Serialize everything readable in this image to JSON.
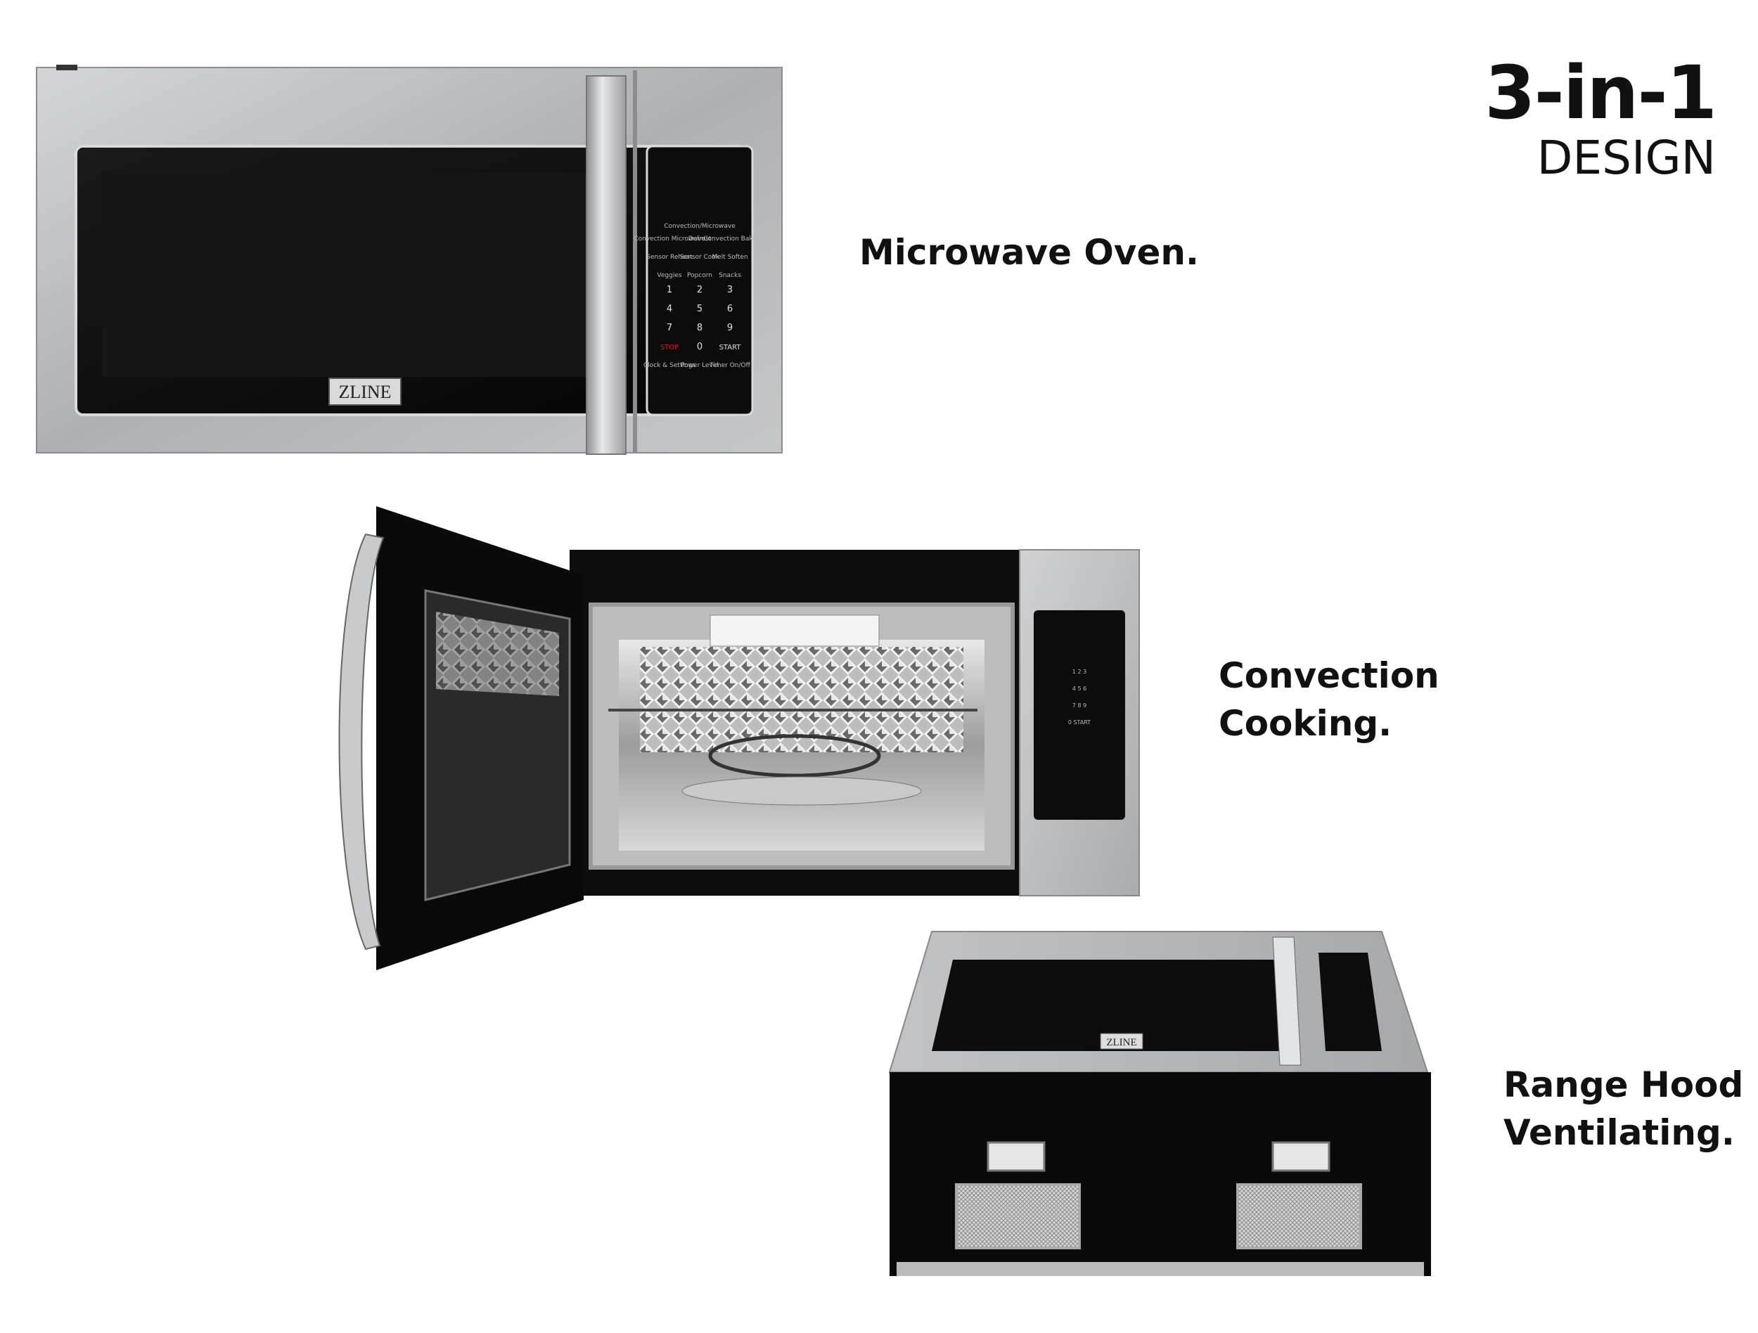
{
  "heading": {
    "main": "3-in-1",
    "sub": "DESIGN"
  },
  "features": [
    {
      "caption": "Microwave Oven."
    },
    {
      "caption": "Convection\nCooking."
    },
    {
      "caption": "Range Hood\nVentilating."
    }
  ],
  "brand": "ZLINE",
  "keypad": {
    "top_label": "Convection/Microwave",
    "row1": [
      "Convection Microwave",
      "Defrost",
      "Convection Bake"
    ],
    "row2": [
      "Sensor Reheat",
      "Sensor Cook",
      "Melt Soften"
    ],
    "row3": [
      "Veggies",
      "Popcorn",
      "Snacks"
    ],
    "digits": [
      "1",
      "2",
      "3",
      "4",
      "5",
      "6",
      "7",
      "8",
      "9"
    ],
    "row_bottom": [
      "STOP",
      "0",
      "START"
    ],
    "row_last": [
      "Clock & Settings",
      "Power Level",
      "Timer On/Off"
    ]
  },
  "colors": {
    "steel": "#b8b9bb",
    "black": "#0b0b0b",
    "text": "#111111",
    "stop": "#c0202a"
  }
}
